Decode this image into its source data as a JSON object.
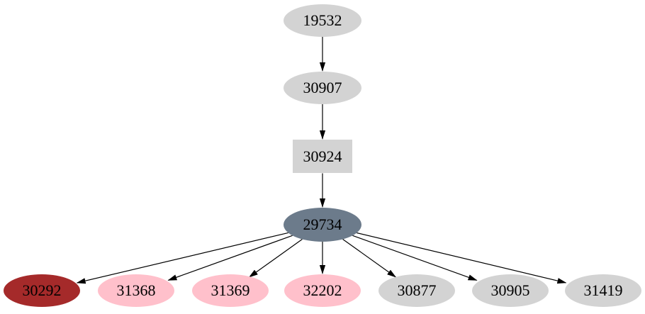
{
  "diagram": {
    "background_color": "#ffffff",
    "edge_color": "#000000",
    "text_color": "#000000",
    "nodes": [
      {
        "id": "19532",
        "label": "19532",
        "shape": "ellipse",
        "fill": "#d3d3d3"
      },
      {
        "id": "30907",
        "label": "30907",
        "shape": "ellipse",
        "fill": "#d3d3d3"
      },
      {
        "id": "30924",
        "label": "30924",
        "shape": "box",
        "fill": "#d3d3d3"
      },
      {
        "id": "29734",
        "label": "29734",
        "shape": "ellipse",
        "fill": "#6c7b8b"
      },
      {
        "id": "30292",
        "label": "30292",
        "shape": "ellipse",
        "fill": "#a52a2a"
      },
      {
        "id": "31368",
        "label": "31368",
        "shape": "ellipse",
        "fill": "#ffc0cb"
      },
      {
        "id": "31369",
        "label": "31369",
        "shape": "ellipse",
        "fill": "#ffc0cb"
      },
      {
        "id": "32202",
        "label": "32202",
        "shape": "ellipse",
        "fill": "#ffc0cb"
      },
      {
        "id": "30877",
        "label": "30877",
        "shape": "ellipse",
        "fill": "#d3d3d3"
      },
      {
        "id": "30905",
        "label": "30905",
        "shape": "ellipse",
        "fill": "#d3d3d3"
      },
      {
        "id": "31419",
        "label": "31419",
        "shape": "ellipse",
        "fill": "#d3d3d3"
      }
    ],
    "edges": [
      {
        "from": "19532",
        "to": "30907"
      },
      {
        "from": "30907",
        "to": "30924"
      },
      {
        "from": "30924",
        "to": "29734"
      },
      {
        "from": "29734",
        "to": "30292"
      },
      {
        "from": "29734",
        "to": "31368"
      },
      {
        "from": "29734",
        "to": "31369"
      },
      {
        "from": "29734",
        "to": "32202"
      },
      {
        "from": "29734",
        "to": "30877"
      },
      {
        "from": "29734",
        "to": "30905"
      },
      {
        "from": "29734",
        "to": "31419"
      }
    ]
  }
}
